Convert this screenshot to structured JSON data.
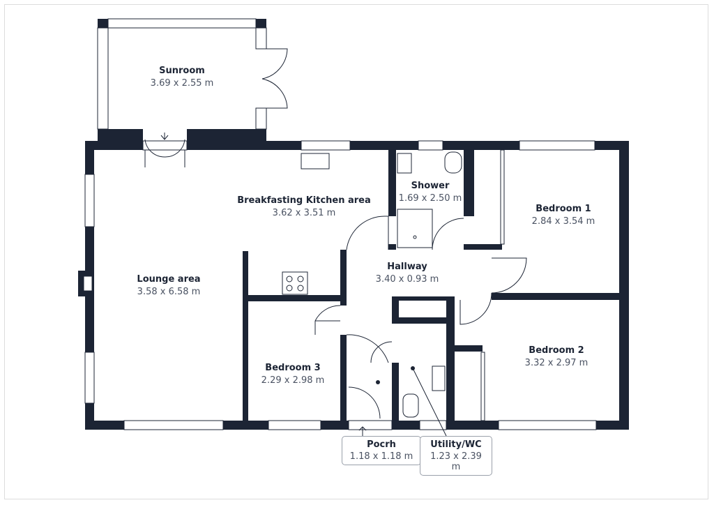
{
  "rooms": {
    "sunroom": {
      "name": "Sunroom",
      "dims": "3.69 x 2.55 m"
    },
    "kitchen": {
      "name": "Breakfasting Kitchen area",
      "dims": "3.62 x 3.51 m"
    },
    "shower": {
      "name": "Shower",
      "dims": "1.69 x 2.50 m"
    },
    "bedroom1": {
      "name": "Bedroom 1",
      "dims": "2.84 x 3.54 m"
    },
    "lounge": {
      "name": "Lounge area",
      "dims": "3.58 x 6.58 m"
    },
    "hallway": {
      "name": "Hallway",
      "dims": "3.40 x 0.93 m"
    },
    "bedroom2": {
      "name": "Bedroom 2",
      "dims": "3.32 x 2.97 m"
    },
    "bedroom3": {
      "name": "Bedroom 3",
      "dims": "2.29 x 2.98 m"
    },
    "porch": {
      "name": "Pocrh",
      "dims": "1.18 x 1.18 m"
    },
    "utility": {
      "name": "Utility/WC",
      "dims": "1.23 x 2.39 m"
    }
  },
  "colors": {
    "wall": "#1c2434",
    "text_secondary": "#4a5262"
  }
}
